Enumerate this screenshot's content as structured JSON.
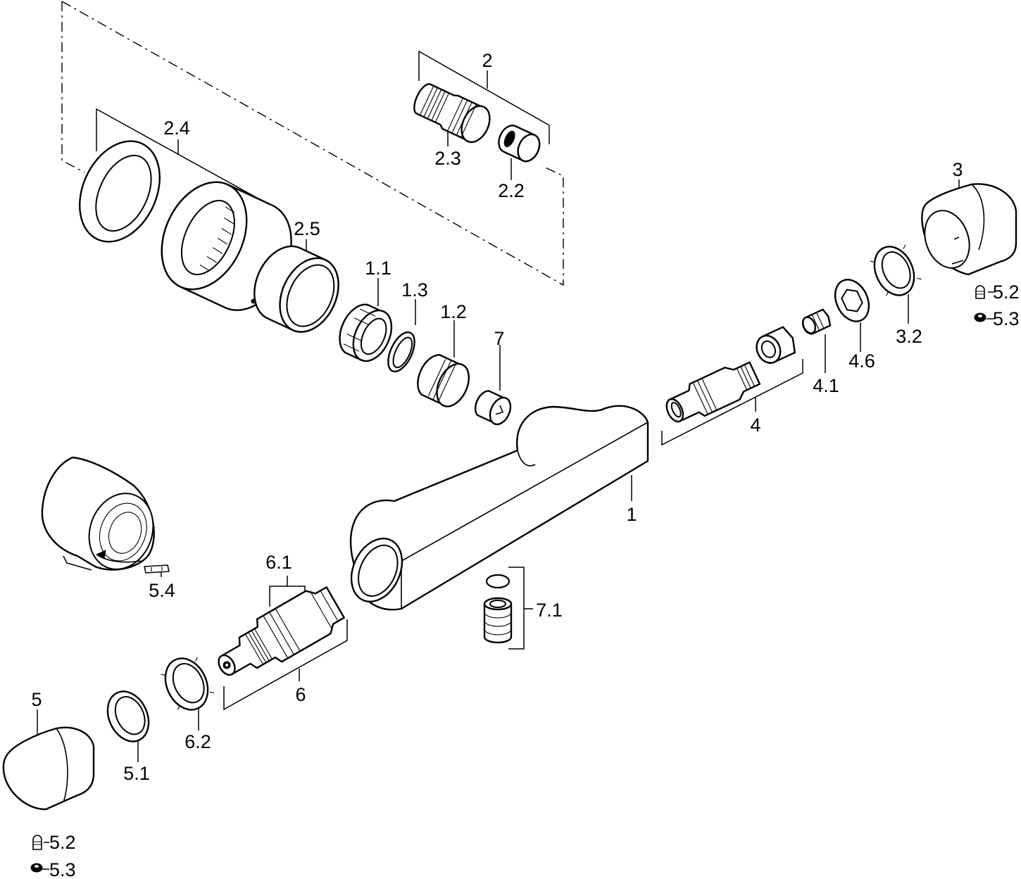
{
  "diagram": {
    "labels": {
      "l1": "1",
      "l1_1": "1.1",
      "l1_2": "1.2",
      "l1_3": "1.3",
      "l2": "2",
      "l2_2": "2.2",
      "l2_3": "2.3",
      "l2_4": "2.4",
      "l2_5": "2.5",
      "l3": "3",
      "l3_2": "3.2",
      "l4": "4",
      "l4_1": "4.1",
      "l4_6": "4.6",
      "l5": "5",
      "l5_1": "5.1",
      "l5_2_right": "5.2",
      "l5_3_right": "5.3",
      "l5_2_left": "5.2",
      "l5_3_left": "5.3",
      "l5_4": "5.4",
      "l6": "6",
      "l6_1": "6.1",
      "l6_2": "6.2",
      "l7": "7",
      "l7_1": "7.1"
    }
  }
}
